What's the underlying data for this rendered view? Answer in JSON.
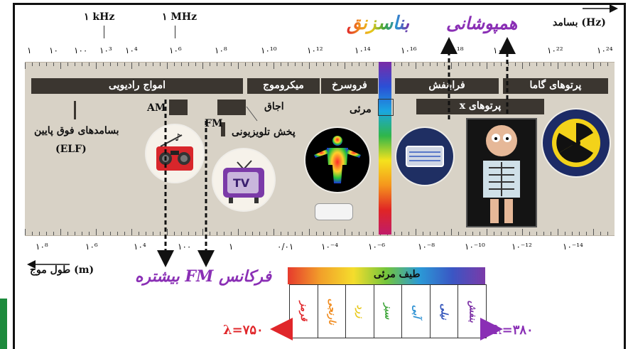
{
  "title": {
    "brand": "بناسزنق",
    "hampooshani": "همپوشانی",
    "freq_axis": "(Hz) بسامد",
    "wavelength_axis": "(m) طول موج"
  },
  "top_markers": {
    "khz": "۱ kHz",
    "mhz": "۱ MHz"
  },
  "freq_ticks": [
    "۱",
    "۱۰",
    "۱۰۰",
    "۱۰³",
    "۱۰⁴",
    "۱۰⁶",
    "۱۰⁸",
    "۱۰¹⁰",
    "۱۰¹²",
    "۱۰¹⁴",
    "۱۰¹⁶",
    "۱۰¹⁸",
    "۱۰²⁰",
    "۱۰²²",
    "۱۰²⁴"
  ],
  "wave_ticks": [
    "۱۰⁸",
    "۱۰⁶",
    "۱۰⁴",
    "۱۰۰",
    "۱",
    "۰/۰۱",
    "۱۰⁻⁴",
    "۱۰⁻⁶",
    "۱۰⁻⁸",
    "۱۰⁻¹⁰",
    "۱۰⁻¹²",
    "۱۰⁻¹⁴"
  ],
  "bands": {
    "radio": "امواج رادیویی",
    "microwave": "میکروموج",
    "infrared": "فروسرخ",
    "ultraviolet": "فرابنفش",
    "gamma": "پرتوهای گاما",
    "xray": "پرتوهای x",
    "visible": "مرئی",
    "oven": "اجاق",
    "am": "AM",
    "fm": "FM",
    "tv": "پخش تلویزیونی",
    "elf_line1": "بسامدهای فوق پایین",
    "elf_line2": "(ELF)",
    "tv_icon": "TV"
  },
  "fm_note": "فرکانس FM بیشتره",
  "visible_spectrum": {
    "title": "طیف مرئی",
    "colors": [
      "قرمز",
      "نارنجی",
      "زرد",
      "سبز",
      "آبی",
      "نیلی",
      "بنفش"
    ],
    "colors_hex": [
      "#e0262a",
      "#f08a1c",
      "#e8c81a",
      "#3ea53a",
      "#2a8fd2",
      "#2c4fb8",
      "#7b2fa5"
    ]
  },
  "lambda_left": "λ=۷۵۰",
  "lambda_right": "λ=۳۸۰",
  "accent_colors": {
    "purple": "#8a2fb5",
    "red": "#e0262a",
    "dark_band": "#3b3630"
  }
}
